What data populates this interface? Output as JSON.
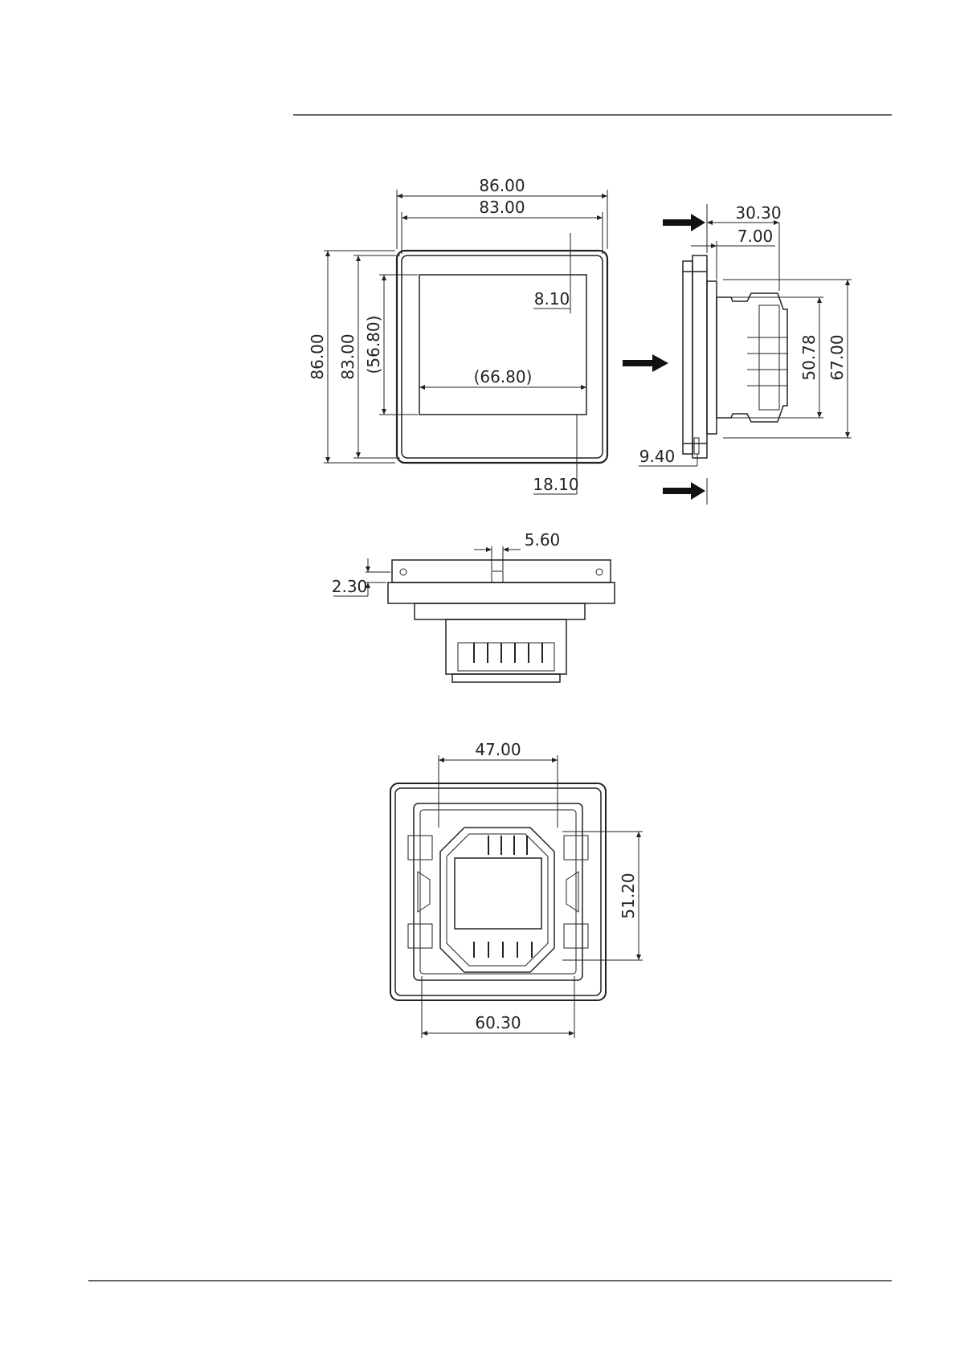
{
  "front_view": {
    "width_outer": "86.00",
    "width_inner": "83.00",
    "height_outer": "86.00",
    "height_inner": "83.00",
    "screen_height": "(56.80)",
    "screen_width": "(66.80)",
    "top_offset": "8.10",
    "bottom_offset": "18.10"
  },
  "side_view": {
    "total_depth": "30.30",
    "plate_depth": "7.00",
    "tab_height": "9.40",
    "body_height_inner": "50.78",
    "body_height_outer": "67.00"
  },
  "top_view": {
    "pin_width": "5.60",
    "plate_offset": "2.30"
  },
  "back_view": {
    "hole_spacing_horizontal": "47.00",
    "hole_spacing_vertical": "51.20",
    "frame_width": "60.30"
  }
}
